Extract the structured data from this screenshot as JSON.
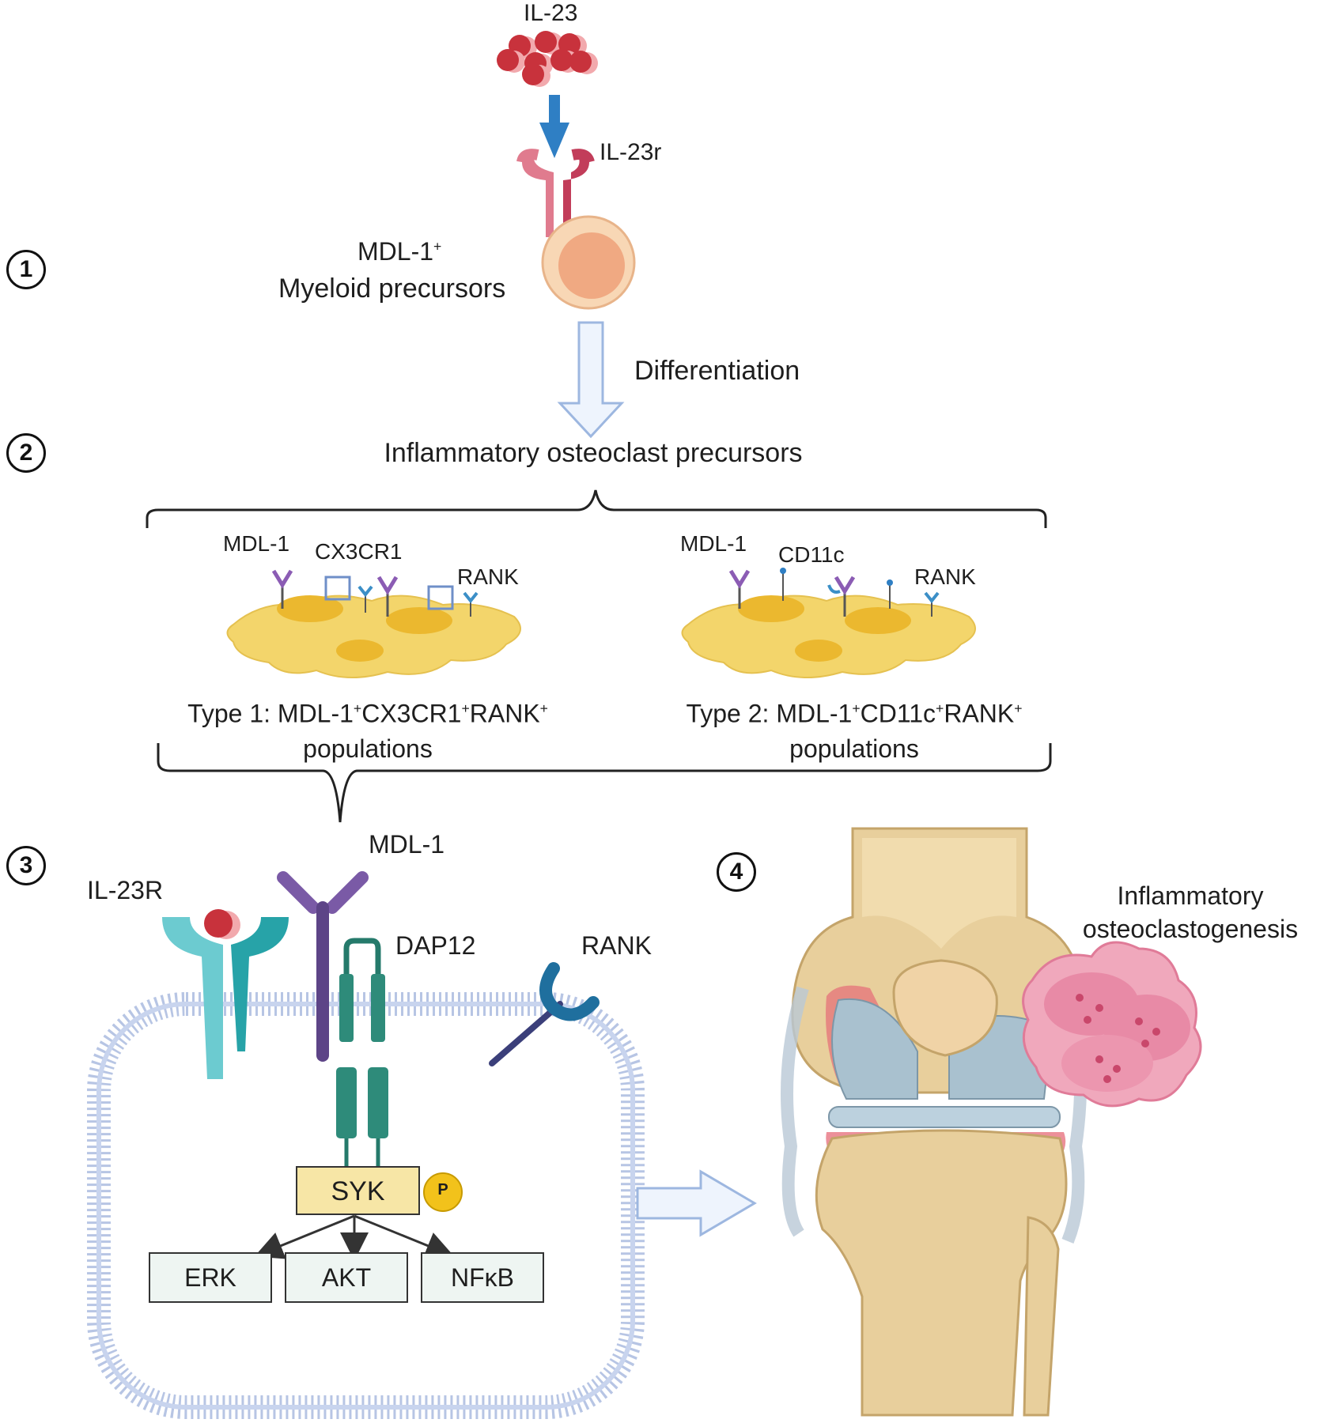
{
  "steps": [
    "1",
    "2",
    "3",
    "4"
  ],
  "labels": {
    "il23": "IL-23",
    "il23r_top": "IL-23r",
    "mdl1_plus": "MDL-1",
    "myeloid": "Myeloid precursors",
    "differentiation": "Differentiation",
    "inflammatory_precursors": "Inflammatory osteoclast precursors",
    "type1_mdl1": "MDL-1",
    "type1_cx3cr1": "CX3CR1",
    "type1_rank": "RANK",
    "type2_mdl1": "MDL-1",
    "type2_cd11c": "CD11c",
    "type2_rank": "RANK",
    "type1_caption_a": "Type 1: MDL-1",
    "type1_caption_b": "CX3CR1",
    "type1_caption_c": "RANK",
    "type2_caption_a": "Type 2: MDL-1",
    "type2_caption_b": "CD11c",
    "type2_caption_c": "RANK",
    "populations": "populations",
    "plus": "+",
    "il23r": "IL-23R",
    "mdl1": "MDL-1",
    "dap12": "DAP12",
    "rank": "RANK",
    "syk": "SYK",
    "phospho": "P",
    "erk": "ERK",
    "akt": "AKT",
    "nfkb": "NFκB",
    "osteo_a": "Inflammatory",
    "osteo_b": "osteoclastogenesis"
  },
  "colors": {
    "il23": "#c8323c",
    "blue_arrow": "#2f7fc4",
    "receptor": "#d9506a",
    "cell": "#f4b992",
    "mdl1": "#7a5aa6",
    "dap12": "#257a6b",
    "il23r_receptor": "#3fb4bb",
    "rank": "#1f6f9e",
    "syk_fill": "#f7e6a6",
    "phospho": "#f2c21b",
    "membrane": "#9fb3d8",
    "osteoclast": "#e68aa6",
    "bone": "#e8cf9c",
    "precursor_cell": "#f3d56b"
  }
}
